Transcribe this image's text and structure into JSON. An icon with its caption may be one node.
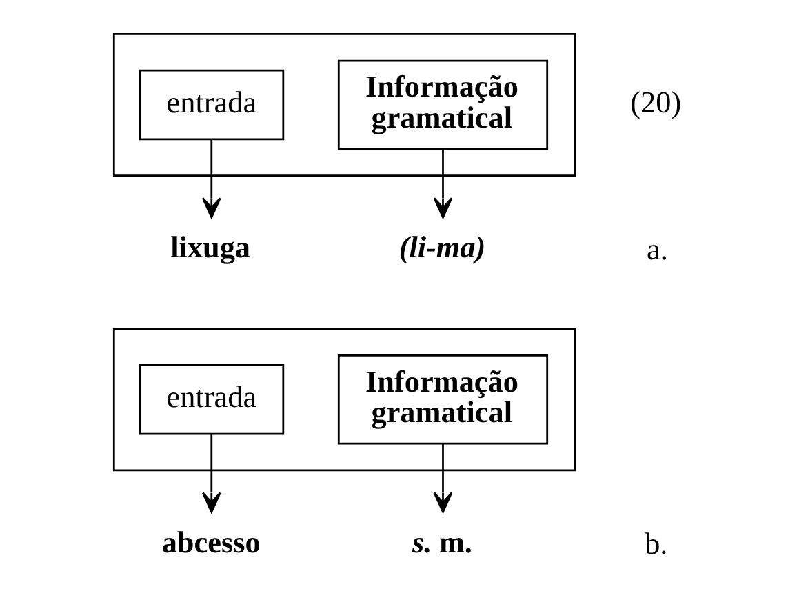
{
  "diagram": {
    "nodes": [
      {
        "text": [],
        "shape": "box"
      },
      {
        "text": [
          "entrada"
        ],
        "in": 0
      },
      {
        "text": [
          "Informação gramatical"
        ],
        "in": 0
      },
      {
        "text": [
          "lixuga"
        ]
      },
      {
        "text": [
          "(li-ma)"
        ]
      },
      {
        "text": [],
        "shape": "box"
      },
      {
        "text": [
          "entrada"
        ],
        "in": 5
      },
      {
        "text": [
          "Informação gramatical"
        ],
        "in": 5
      },
      {
        "text": [
          "abcesso"
        ]
      },
      {
        "text": [
          "*s.* m."
        ]
      }
    ],
    "edges": [
      {
        "from": 1,
        "to": 3,
        "arrow": "to"
      },
      {
        "from": 2,
        "to": 4,
        "arrow": "to"
      },
      {
        "from": 6,
        "to": 8,
        "arrow": "to"
      },
      {
        "from": 7,
        "to": 9,
        "arrow": "to"
      }
    ],
    "labels": [
      "(20)",
      "a.",
      "b."
    ]
  }
}
